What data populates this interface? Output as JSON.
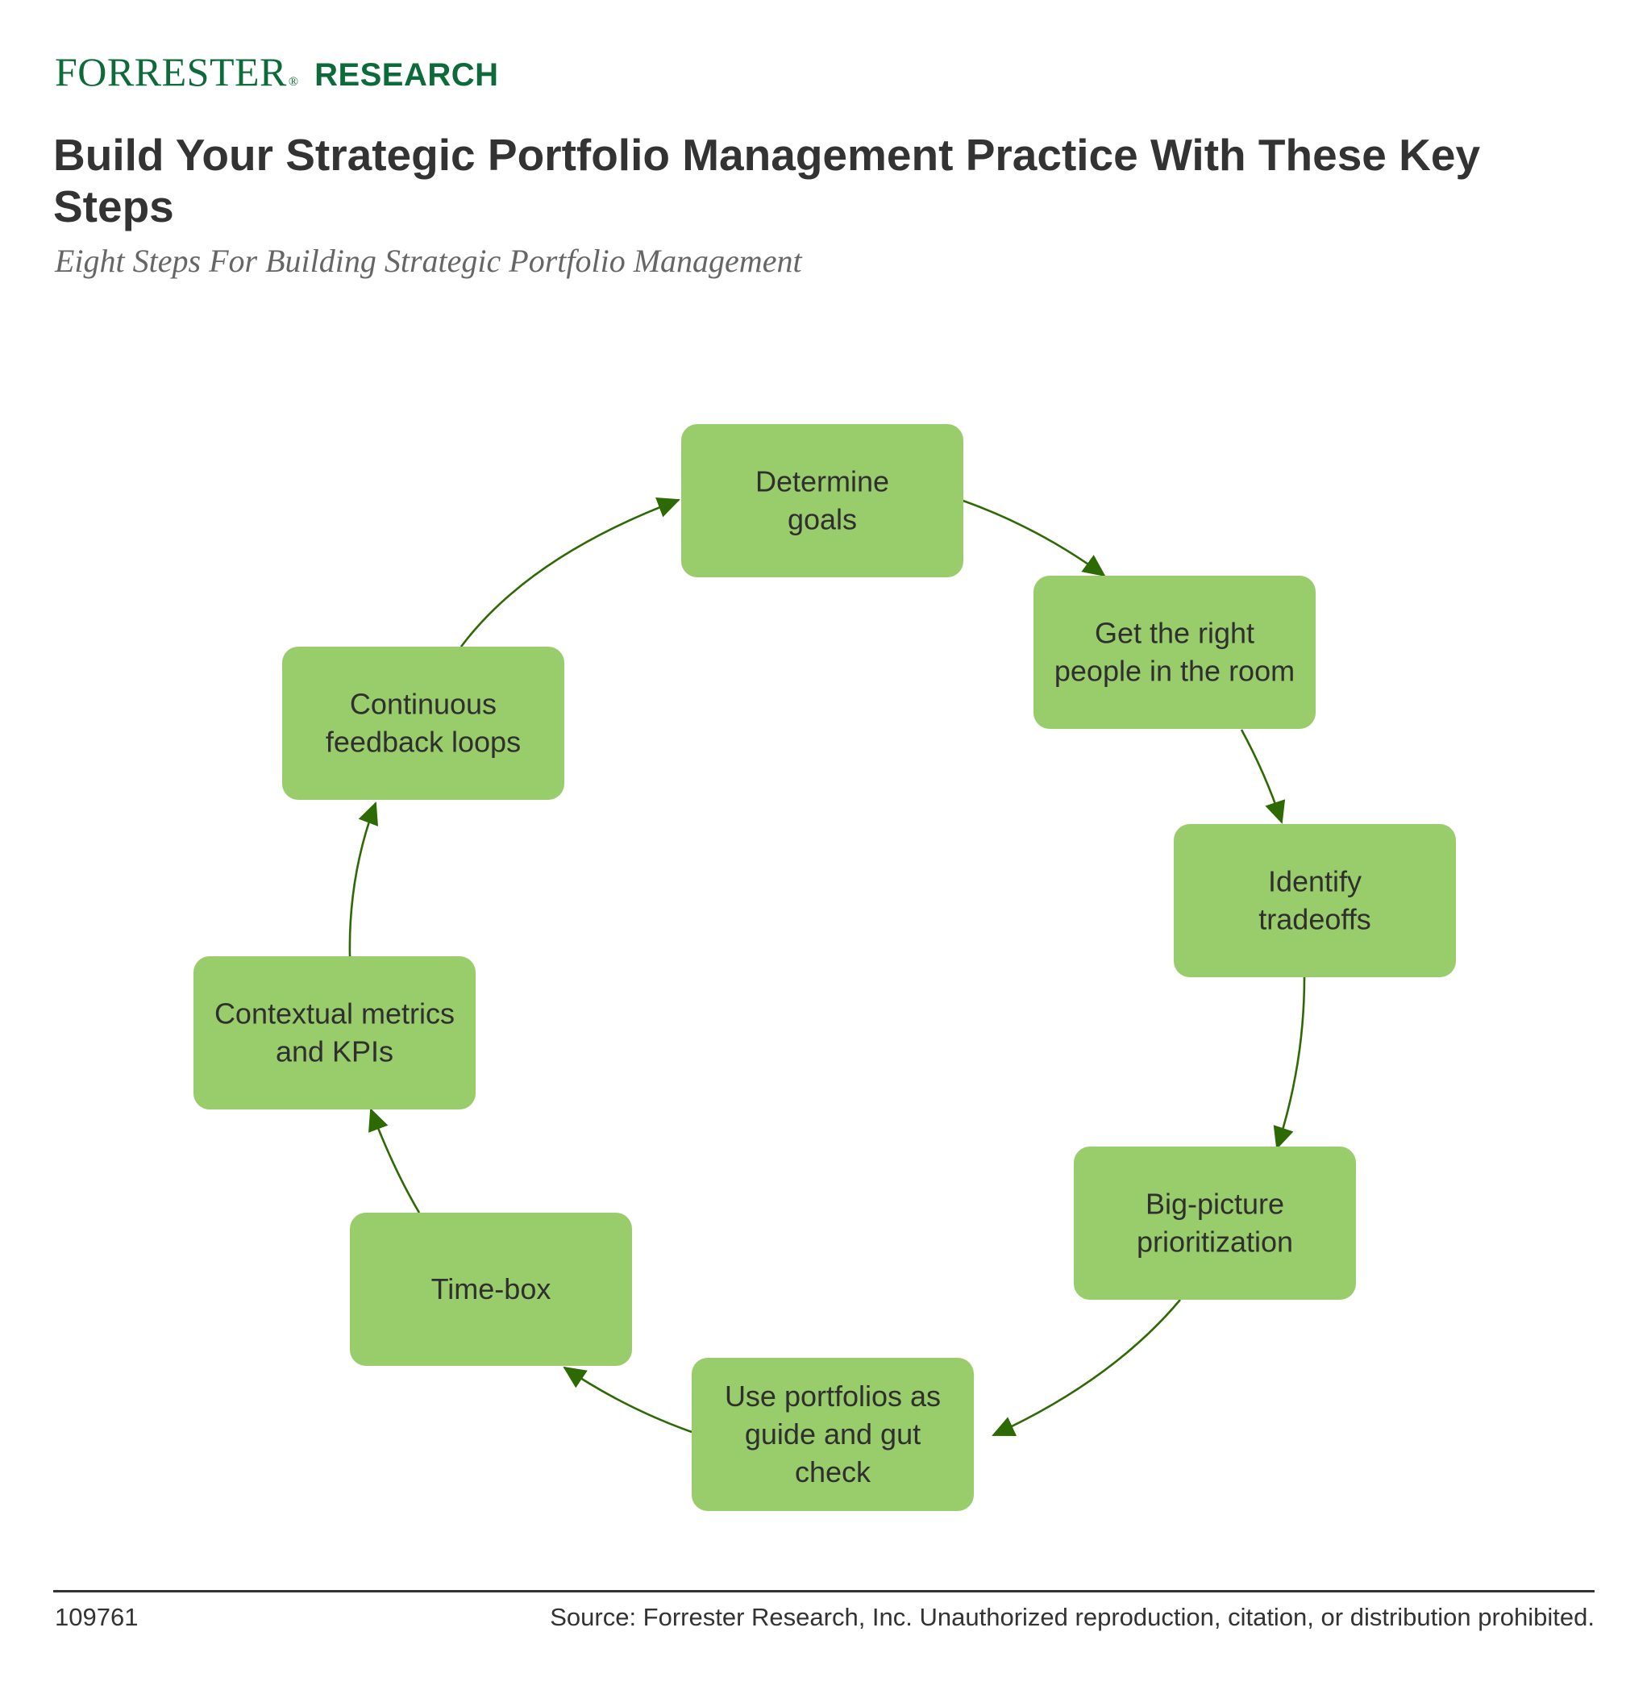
{
  "brand": {
    "forrester": "FORRESTER",
    "registered": "®",
    "research": "RESEARCH"
  },
  "title": "Build Your Strategic Portfolio Management Practice With These Key Steps",
  "subtitle": "Eight Steps For Building Strategic Portfolio Management",
  "diagram": {
    "type": "cycle",
    "steps": [
      {
        "id": "determine-goals",
        "lines": [
          "Determine",
          "goals"
        ]
      },
      {
        "id": "right-people",
        "lines": [
          "Get the right",
          "people in the room"
        ]
      },
      {
        "id": "identify-tradeoffs",
        "lines": [
          "Identify",
          "tradeoffs"
        ]
      },
      {
        "id": "big-picture",
        "lines": [
          "Big-picture",
          "prioritization"
        ]
      },
      {
        "id": "use-portfolios",
        "lines": [
          "Use portfolios as",
          "guide and gut",
          "check"
        ]
      },
      {
        "id": "time-box",
        "lines": [
          "Time-box"
        ]
      },
      {
        "id": "contextual-metrics",
        "lines": [
          "Contextual metrics",
          "and KPIs"
        ]
      },
      {
        "id": "feedback-loops",
        "lines": [
          "Continuous",
          "feedback loops"
        ]
      }
    ],
    "colors": {
      "box": "#99cc6a",
      "arrow": "#2e6a04",
      "text": "#2f2f2f"
    }
  },
  "footer": {
    "id": "109761",
    "source": "Source: Forrester Research, Inc. Unauthorized reproduction, citation, or distribution prohibited."
  }
}
